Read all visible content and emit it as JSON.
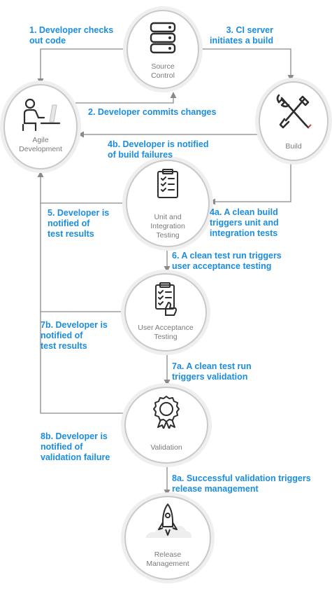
{
  "nodes": {
    "source_control": "Source\nControl",
    "agile_development": "Agile\nDevelopment",
    "build": "Build",
    "unit_integration_testing": "Unit and\nIntegration\nTesting",
    "user_acceptance_testing": "User Acceptance\nTesting",
    "validation": "Validation",
    "release_management": "Release\nManagement"
  },
  "steps": {
    "s1": "1. Developer checks\nout code",
    "s2": "2. Developer commits changes",
    "s3": "3. CI server\ninitiates a build",
    "s4a": "4a. A clean build\ntriggers unit and\nintegration tests",
    "s4b": "4b. Developer is notified\nof build failures",
    "s5": "5. Developer is\nnotified of\ntest results",
    "s6": "6. A clean test run triggers\nuser acceptance testing",
    "s7a": "7a. A clean test run\ntriggers validation",
    "s7b": "7b. Developer is\nnotified of\ntest results",
    "s8a": "8a. Successful validation triggers\nrelease management",
    "s8b": "8b. Developer is\nnotified of\nvalidation failure"
  },
  "colors": {
    "step_text": "#1a8de0",
    "connector": "#8a8a8a",
    "node_border": "#c9c9c9",
    "node_label": "#7a7a7a"
  },
  "icons": [
    "database-icon",
    "developer-desk-icon",
    "wrench-screwdriver-icon",
    "checklist-icon",
    "checklist-thumbs-up-icon",
    "award-ribbon-icon",
    "rocket-icon"
  ]
}
